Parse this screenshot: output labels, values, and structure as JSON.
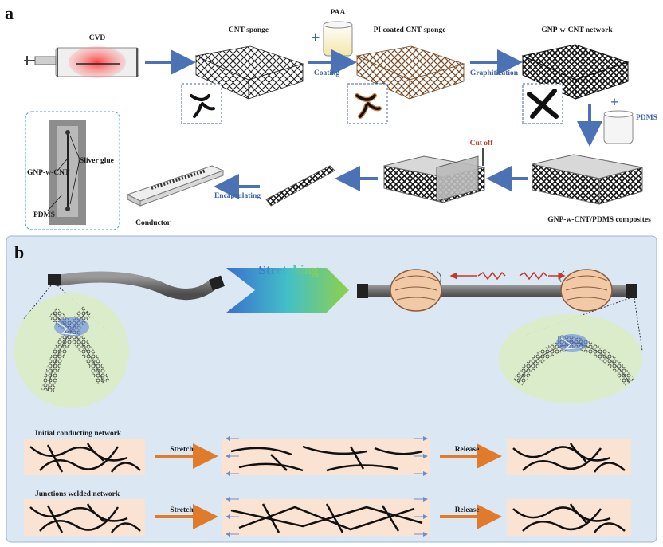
{
  "panel_a": {
    "letter": "a",
    "cvd": "CVD",
    "cnt_sponge": "CNT sponge",
    "paa": "PAA",
    "pi_coated": "PI coated CNT sponge",
    "coating": "Coating",
    "gnp_network": "GNP-w-CNT network",
    "graphitization": "Graphitization",
    "pdms_add": "PDMS",
    "cut_off": "Cut off",
    "encapsulating": "Encapsulating",
    "conductor": "Conductor",
    "composites": "GNP-w-CNT/PDMS composites",
    "inset_silver": "Sliver glue",
    "inset_gnp": "GNP-w-CNT",
    "inset_pdms": "PDMS"
  },
  "panel_b": {
    "letter": "b",
    "stretching": "Stretching",
    "initial_network": "Initial conducting network",
    "welded_network": "Junctions welded network",
    "stretch_1": "Stretch",
    "release_1": "Release",
    "stretch_2": "Stretch",
    "release_2": "Release"
  },
  "colors": {
    "arrow_blue": "#4a72b5",
    "orange": "#e07b2c",
    "panel_b_bg": "#dce7f4",
    "strip_bg": "#fbe3d4",
    "red_label": "#c0392b"
  }
}
